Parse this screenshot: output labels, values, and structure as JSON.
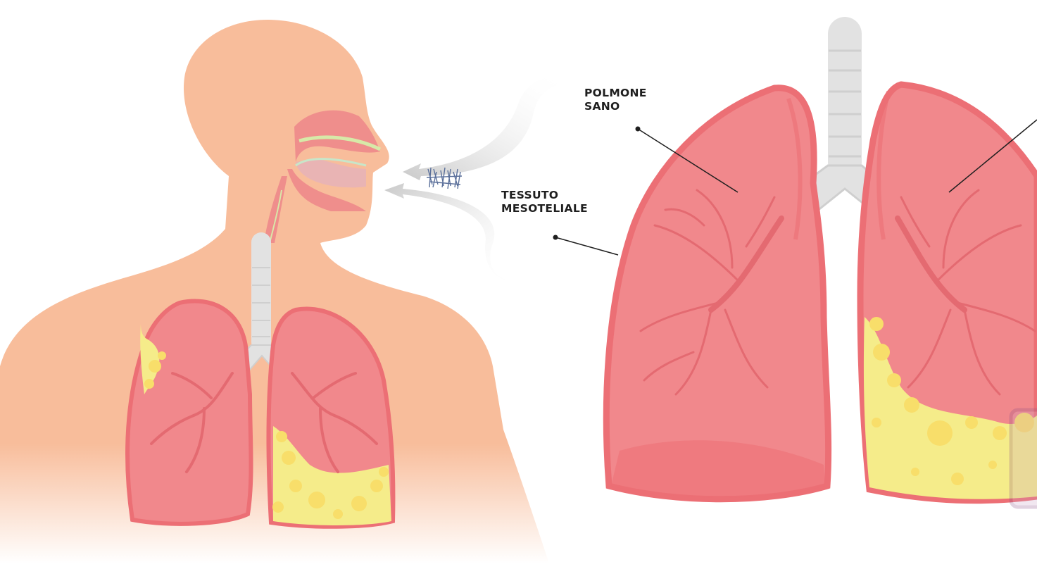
{
  "labels": {
    "healthy_lung": {
      "line1": "POLMONE",
      "line2": "SANO"
    },
    "mesothelial_tissue": {
      "line1": "TESSUTO",
      "line2": "MESOTELIALE"
    }
  },
  "colors": {
    "skin": "#f8bd9b",
    "lung": "#f1888c",
    "lung_outline": "#ec6f75",
    "vessel": "#e46a71",
    "trachea": "#e2e2e2",
    "tumor": "#f5ec8a",
    "tumor_bubble": "#f8de6a",
    "fibers": "#5a6f9a",
    "highlight_box": "#8b4f86"
  }
}
